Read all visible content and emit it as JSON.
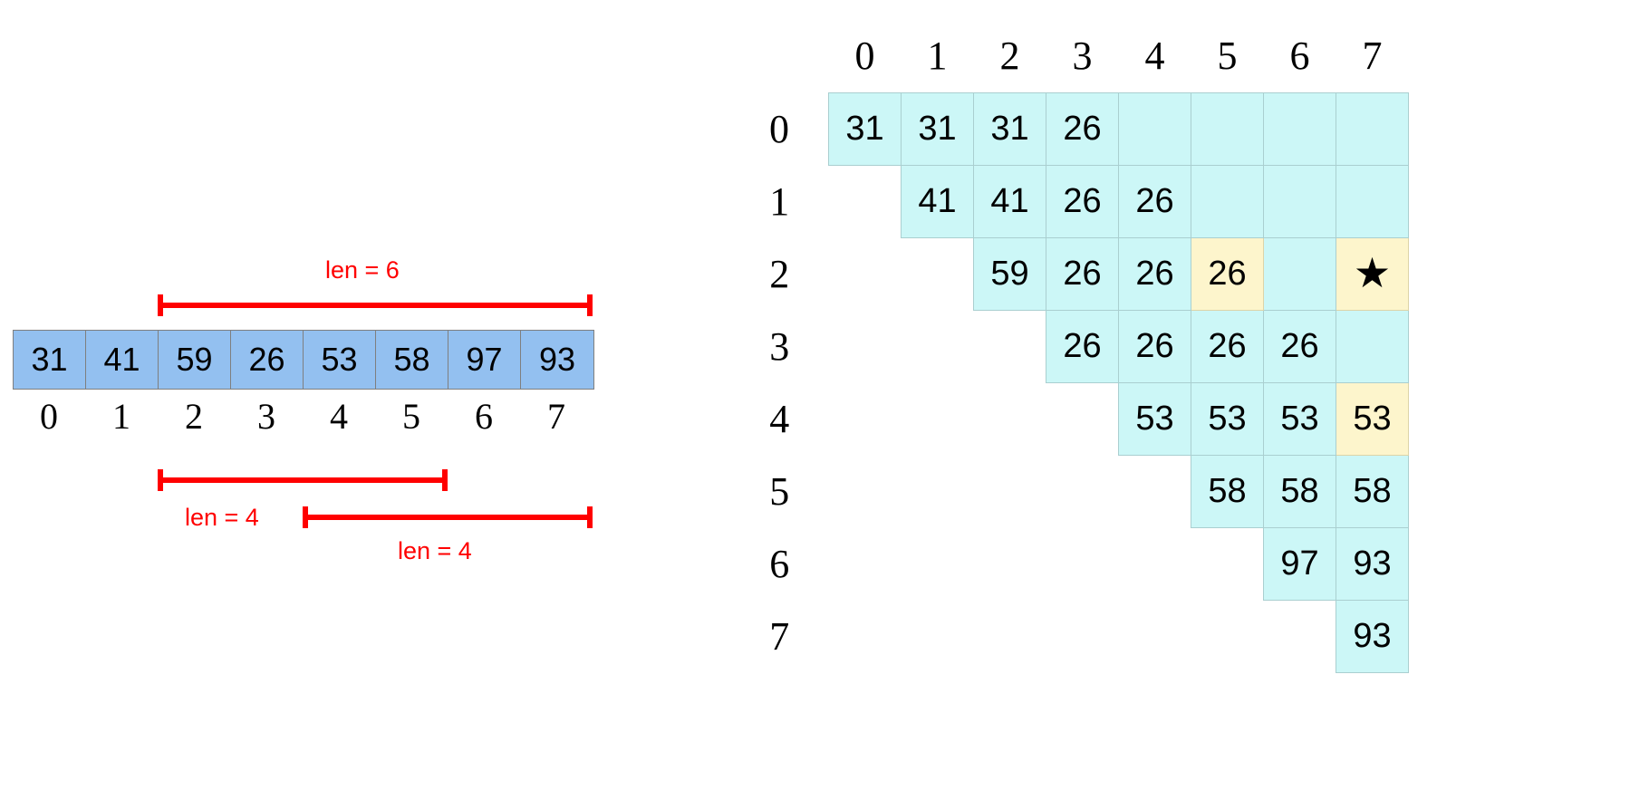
{
  "left": {
    "array": {
      "values": [
        "31",
        "41",
        "59",
        "26",
        "53",
        "58",
        "97",
        "93"
      ],
      "indices": [
        "0",
        "1",
        "2",
        "3",
        "4",
        "5",
        "6",
        "7"
      ],
      "cell_color": "#93c0f0"
    },
    "brackets": [
      {
        "id": "len6",
        "label": "len = 6",
        "start_index": 2,
        "end_index": 7,
        "position": "above",
        "color": "#ff0000"
      },
      {
        "id": "len4a",
        "label": "len = 4",
        "start_index": 2,
        "end_index": 5,
        "position": "below",
        "color": "#ff0000"
      },
      {
        "id": "len4b",
        "label": "len = 4",
        "start_index": 4,
        "end_index": 7,
        "position": "below",
        "color": "#ff0000"
      }
    ]
  },
  "right": {
    "col_headers": [
      "0",
      "1",
      "2",
      "3",
      "4",
      "5",
      "6",
      "7"
    ],
    "row_headers": [
      "0",
      "1",
      "2",
      "3",
      "4",
      "5",
      "6",
      "7"
    ],
    "cell_color": "#ccf7f7",
    "highlight_color": "#fdf5cc",
    "star_glyph": "★",
    "rows": [
      [
        {
          "state": "filled",
          "text": "31"
        },
        {
          "state": "filled",
          "text": "31"
        },
        {
          "state": "filled",
          "text": "31"
        },
        {
          "state": "filled",
          "text": "26"
        },
        {
          "state": "filled",
          "text": ""
        },
        {
          "state": "filled",
          "text": ""
        },
        {
          "state": "filled",
          "text": ""
        },
        {
          "state": "filled",
          "text": ""
        }
      ],
      [
        {
          "state": "empty",
          "text": ""
        },
        {
          "state": "filled",
          "text": "41"
        },
        {
          "state": "filled",
          "text": "41"
        },
        {
          "state": "filled",
          "text": "26"
        },
        {
          "state": "filled",
          "text": "26"
        },
        {
          "state": "filled",
          "text": ""
        },
        {
          "state": "filled",
          "text": ""
        },
        {
          "state": "filled",
          "text": ""
        }
      ],
      [
        {
          "state": "empty",
          "text": ""
        },
        {
          "state": "empty",
          "text": ""
        },
        {
          "state": "filled",
          "text": "59"
        },
        {
          "state": "filled",
          "text": "26"
        },
        {
          "state": "filled",
          "text": "26"
        },
        {
          "state": "highlight",
          "text": "26"
        },
        {
          "state": "filled",
          "text": ""
        },
        {
          "state": "highlight",
          "text": "★"
        }
      ],
      [
        {
          "state": "empty",
          "text": ""
        },
        {
          "state": "empty",
          "text": ""
        },
        {
          "state": "empty",
          "text": ""
        },
        {
          "state": "filled",
          "text": "26"
        },
        {
          "state": "filled",
          "text": "26"
        },
        {
          "state": "filled",
          "text": "26"
        },
        {
          "state": "filled",
          "text": "26"
        },
        {
          "state": "filled",
          "text": ""
        }
      ],
      [
        {
          "state": "empty",
          "text": ""
        },
        {
          "state": "empty",
          "text": ""
        },
        {
          "state": "empty",
          "text": ""
        },
        {
          "state": "empty",
          "text": ""
        },
        {
          "state": "filled",
          "text": "53"
        },
        {
          "state": "filled",
          "text": "53"
        },
        {
          "state": "filled",
          "text": "53"
        },
        {
          "state": "highlight",
          "text": "53"
        }
      ],
      [
        {
          "state": "empty",
          "text": ""
        },
        {
          "state": "empty",
          "text": ""
        },
        {
          "state": "empty",
          "text": ""
        },
        {
          "state": "empty",
          "text": ""
        },
        {
          "state": "empty",
          "text": ""
        },
        {
          "state": "filled",
          "text": "58"
        },
        {
          "state": "filled",
          "text": "58"
        },
        {
          "state": "filled",
          "text": "58"
        }
      ],
      [
        {
          "state": "empty",
          "text": ""
        },
        {
          "state": "empty",
          "text": ""
        },
        {
          "state": "empty",
          "text": ""
        },
        {
          "state": "empty",
          "text": ""
        },
        {
          "state": "empty",
          "text": ""
        },
        {
          "state": "empty",
          "text": ""
        },
        {
          "state": "filled",
          "text": "97"
        },
        {
          "state": "filled",
          "text": "93"
        }
      ],
      [
        {
          "state": "empty",
          "text": ""
        },
        {
          "state": "empty",
          "text": ""
        },
        {
          "state": "empty",
          "text": ""
        },
        {
          "state": "empty",
          "text": ""
        },
        {
          "state": "empty",
          "text": ""
        },
        {
          "state": "empty",
          "text": ""
        },
        {
          "state": "empty",
          "text": ""
        },
        {
          "state": "filled",
          "text": "93"
        }
      ]
    ]
  }
}
